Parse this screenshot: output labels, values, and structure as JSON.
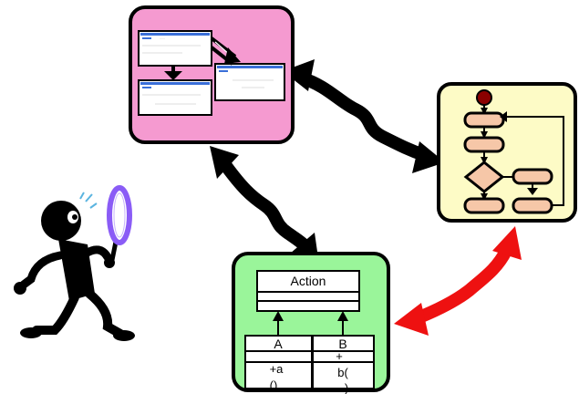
{
  "colors": {
    "screens_panel": "#f59ad0",
    "activity_panel": "#fdfbc6",
    "class_panel": "#9af59a",
    "activity_node": "#f6c7a8",
    "start_node": "#8b0000",
    "arrow_black": "#000000",
    "arrow_red": "#ee1111",
    "magnifier_frame": "#8a5cf6"
  },
  "class_diagram": {
    "parent": {
      "name": "Action"
    },
    "child_a": {
      "name": "A",
      "method_line1": "+a",
      "method_line2": "()"
    },
    "child_b": {
      "name": "B",
      "method_line1": "+",
      "method_line2": "b(",
      "method_line3": ")"
    }
  },
  "icons": [
    "detective-figure-icon",
    "magnifying-glass-icon",
    "start-node-icon"
  ]
}
